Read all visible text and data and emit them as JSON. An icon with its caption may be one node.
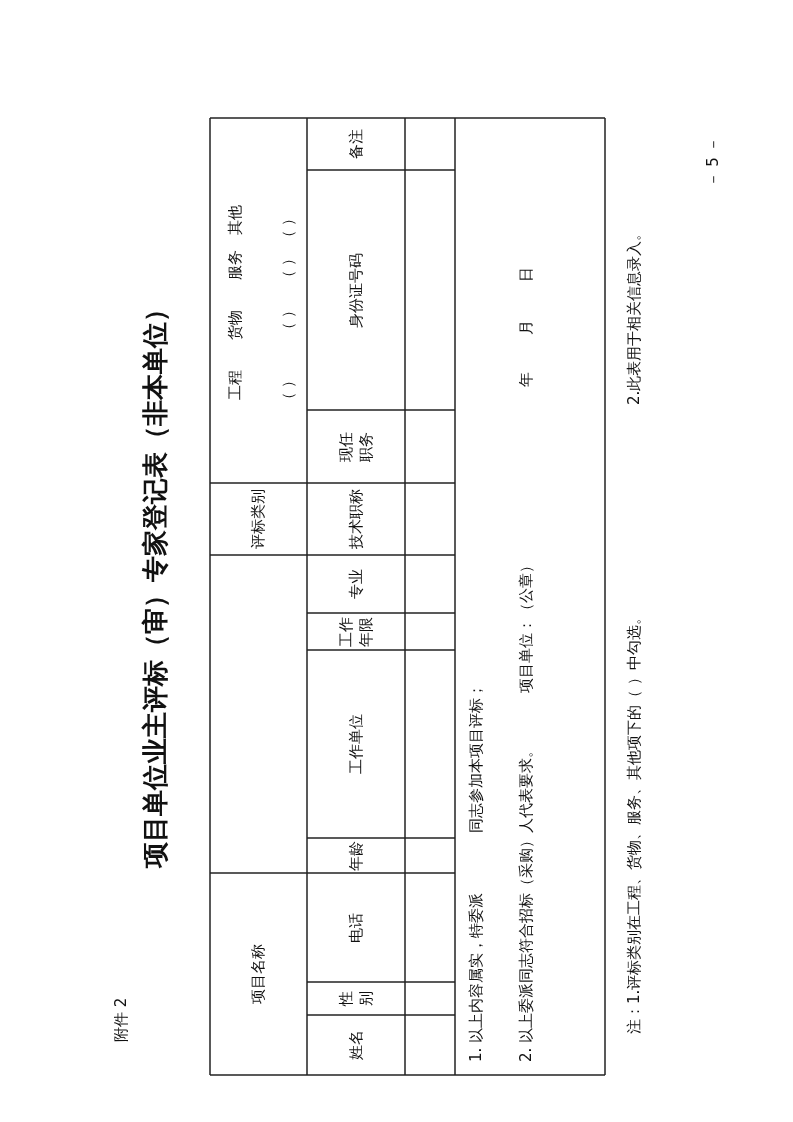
{
  "diagram": {
    "title": "项目单位业主评标（审）专家登记表（非本单位）",
    "labels": [
      "附件 2",
      "项目名称",
      "评标类别",
      "工程",
      "货物",
      "服务",
      "其他",
      "（ ）",
      "（ ）",
      "（ ）",
      "（ ）",
      "姓名",
      "性别",
      "电话",
      "年龄",
      "工作单位",
      "工作年限",
      "专业",
      "技术职称",
      "现任职务",
      "身份证号码",
      "备注",
      "1. 以上内容属实，特委派",
      "同志参加本项目评标；",
      "2. 以上委派同志符合招标（采购）人代表要求。",
      "项目单位：（公章）",
      "年 月 日",
      "注：1.评标类别在工程、货物、服务、其他项下的（ ）中勾选。",
      "2.此表用于相关信息录入。",
      "－ 5 －"
    ]
  }
}
